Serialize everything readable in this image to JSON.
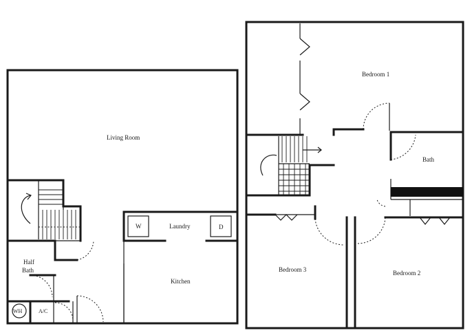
{
  "rooms": {
    "living_room": "Living Room",
    "half_bath_line1": "Half",
    "half_bath_line2": "Bath",
    "laundry": "Laundry",
    "kitchen": "Kitchen",
    "bedroom1": "Bedroom 1",
    "bath": "Bath",
    "bedroom2": "Bedroom 2",
    "bedroom3": "Bedroom 3"
  },
  "fixtures": {
    "washer": "W",
    "dryer": "D",
    "water_heater": "WH",
    "ac": "A/C"
  }
}
